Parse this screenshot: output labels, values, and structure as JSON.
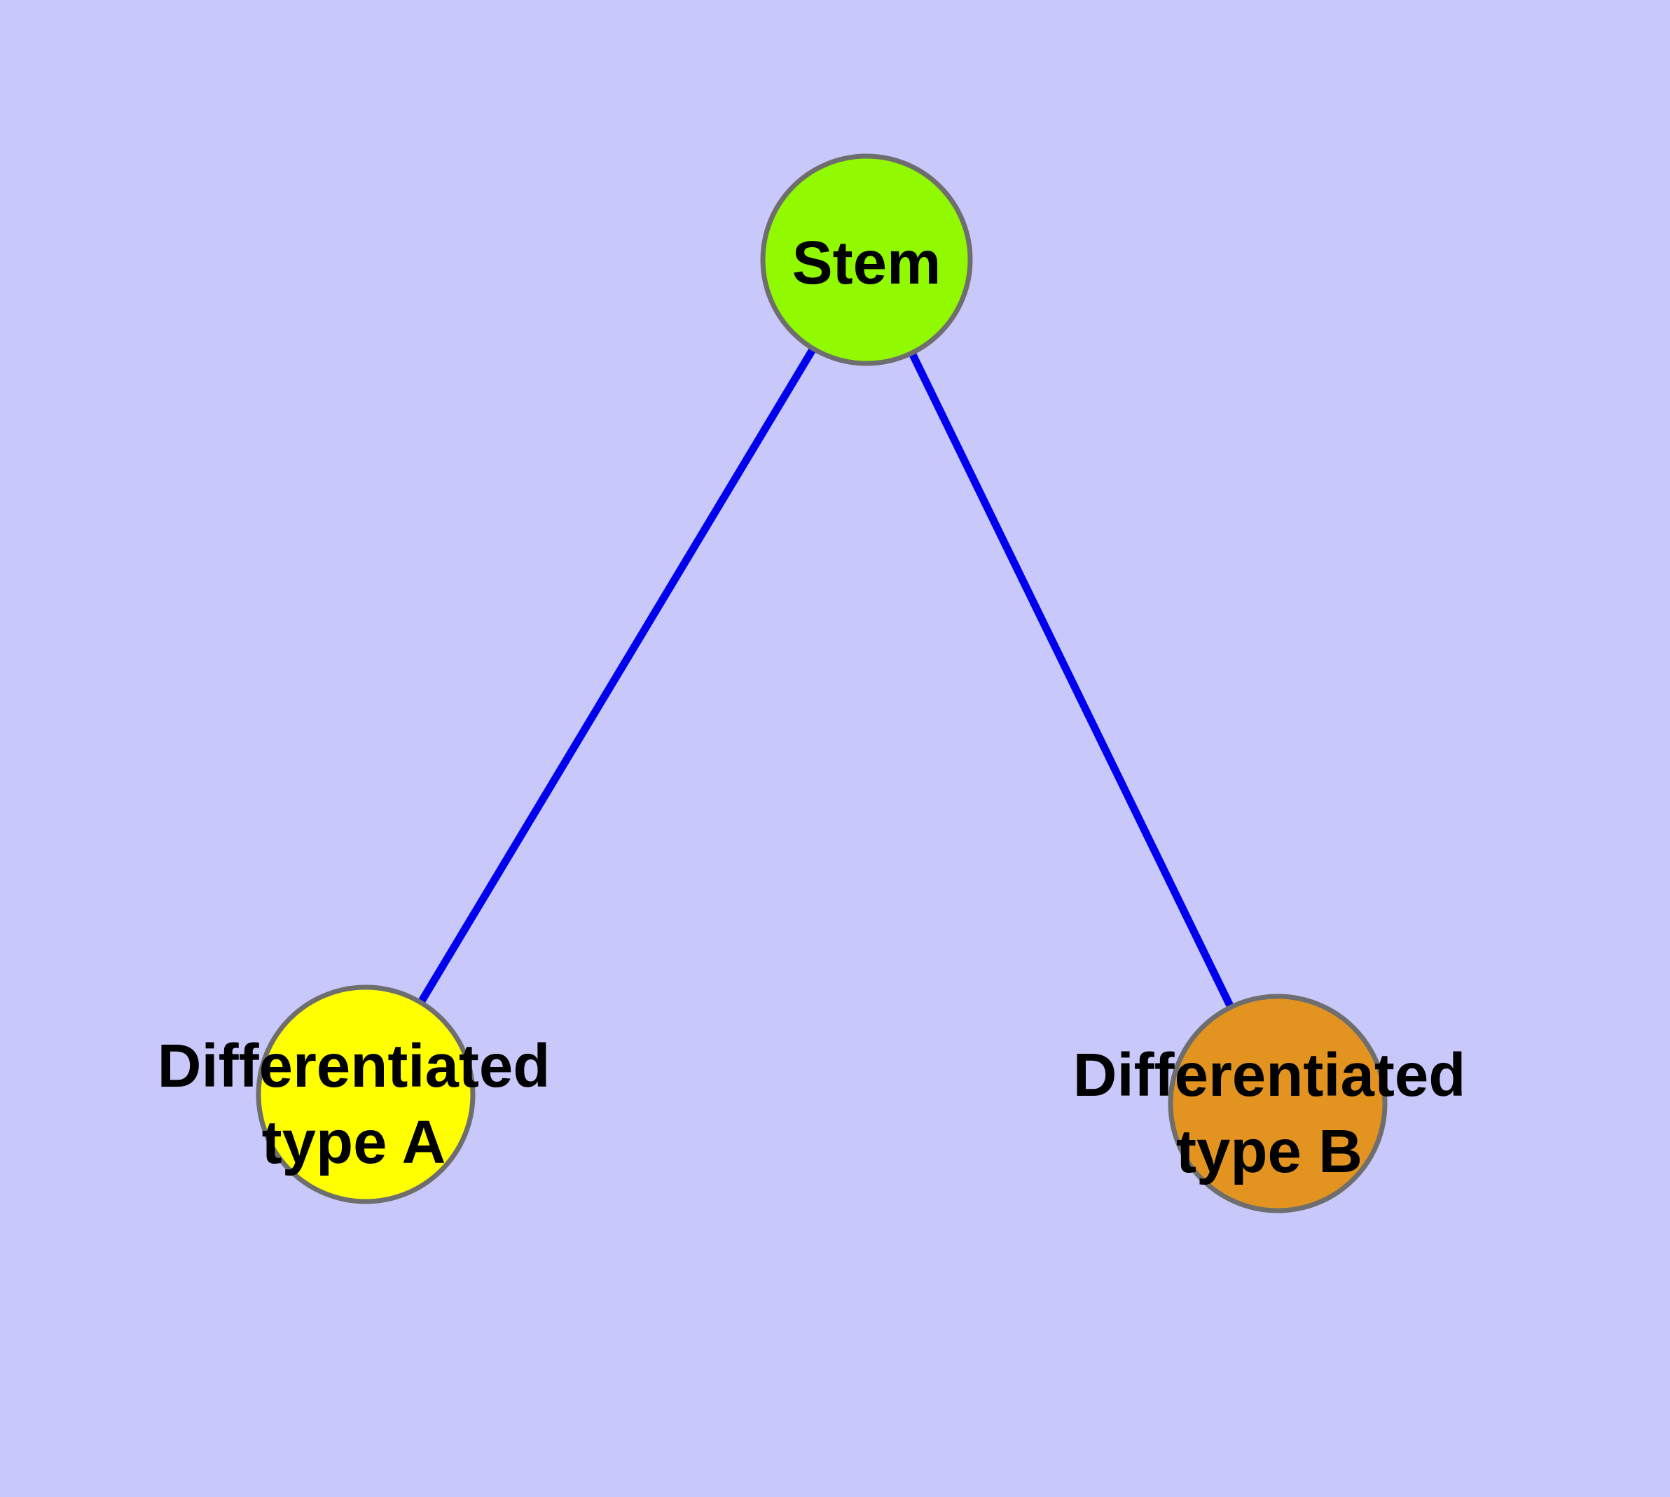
{
  "diagram": {
    "type": "node-link-graph",
    "background_color": "#C8C8FA",
    "edge_color": "#0000EE",
    "node_border_color": "#6E6E6E",
    "text_color": "#000000",
    "nodes": [
      {
        "id": "stem",
        "label": "Stem",
        "fill": "#92FA00"
      },
      {
        "id": "differentiated-type-a",
        "label": "Differentiated type A",
        "label_line1": "Differentiated",
        "label_line2": "type A",
        "fill": "#FFFF00"
      },
      {
        "id": "differentiated-type-b",
        "label": "Differentiated type B",
        "label_line1": "Differentiated",
        "label_line2": "type B",
        "fill": "#E39420"
      }
    ],
    "edges": [
      {
        "from": "stem",
        "to": "differentiated-type-a"
      },
      {
        "from": "stem",
        "to": "differentiated-type-b"
      }
    ]
  }
}
